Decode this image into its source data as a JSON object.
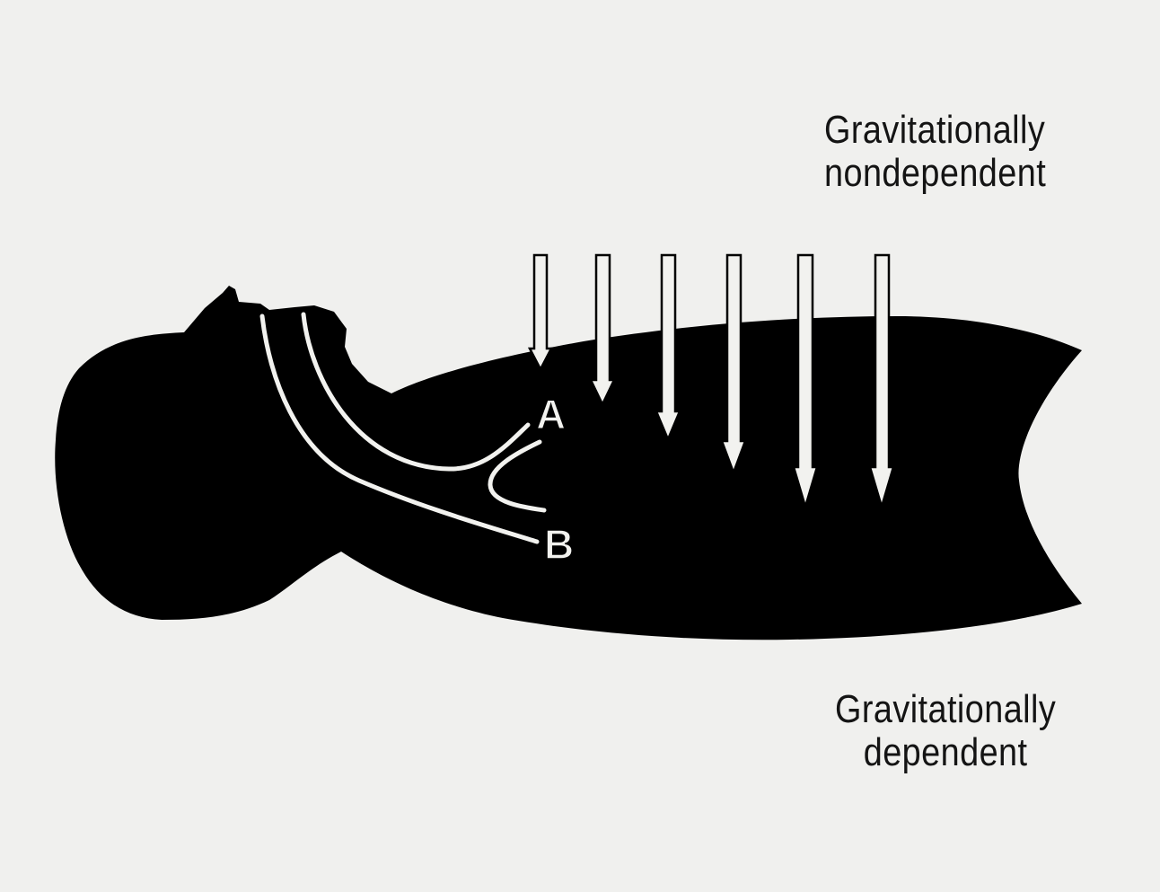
{
  "labels": {
    "top_line1": "Gravitationally",
    "top_line2": "nondependent",
    "bottom_line1": "Gravitationally",
    "bottom_line2": "dependent",
    "point_a": "A",
    "point_b": "B"
  },
  "arrow_count": 6,
  "colors": {
    "background": "#f0f0ee",
    "silhouette": "#000000",
    "airway": "#f2f2ef",
    "text": "#141414"
  }
}
